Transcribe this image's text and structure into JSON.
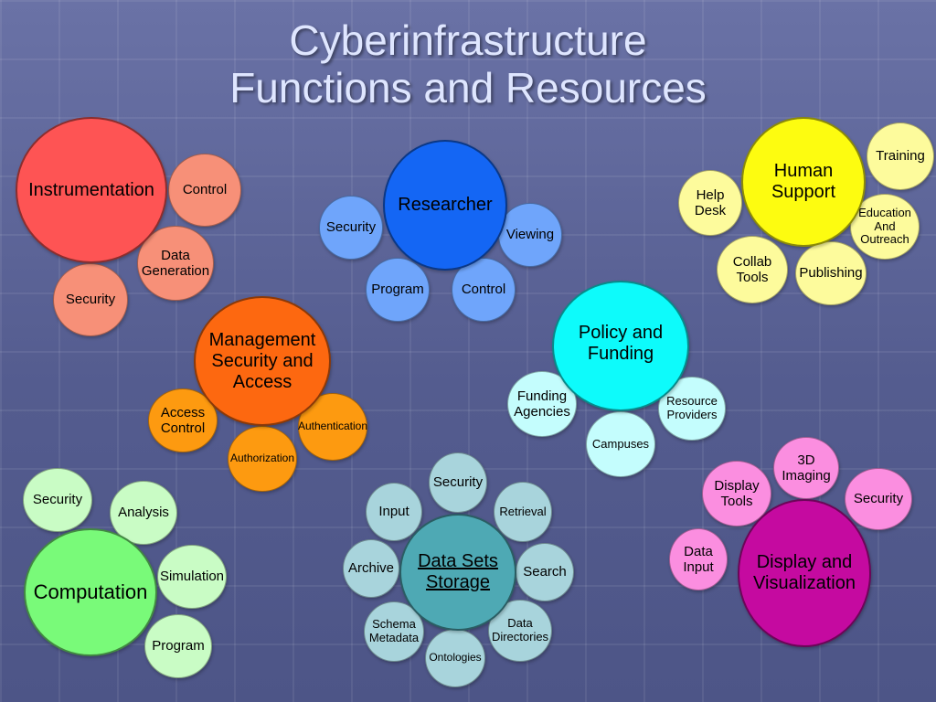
{
  "title": {
    "line1": "Cyberinfrastructure",
    "line2": "Functions and Resources"
  },
  "colors": {
    "title": "#dfe6ff",
    "background": "#5a6296"
  },
  "clusters": [
    {
      "id": "instrumentation",
      "center": {
        "label": "Instrumentation",
        "color": "#fe5454"
      },
      "satellites": [
        {
          "label": "Control",
          "color": "#f79078"
        },
        {
          "label": "Data\nGeneration",
          "color": "#f79078"
        },
        {
          "label": "Security",
          "color": "#f79078"
        }
      ]
    },
    {
      "id": "researcher",
      "center": {
        "label": "Researcher",
        "color": "#1466f4"
      },
      "satellites": [
        {
          "label": "Security",
          "color": "#6fa5fb"
        },
        {
          "label": "Viewing",
          "color": "#6fa5fb"
        },
        {
          "label": "Program",
          "color": "#6fa5fb"
        },
        {
          "label": "Control",
          "color": "#6fa5fb"
        }
      ]
    },
    {
      "id": "human-support",
      "center": {
        "label": "Human\nSupport",
        "color": "#fdfc10"
      },
      "satellites": [
        {
          "label": "Training",
          "color": "#fdfb9c"
        },
        {
          "label": "Help\nDesk",
          "color": "#fdfb9c"
        },
        {
          "label": "Education\nAnd\nOutreach",
          "color": "#fdfb9c"
        },
        {
          "label": "Collab\nTools",
          "color": "#fdfb9c"
        },
        {
          "label": "Publishing",
          "color": "#fdfb9c"
        }
      ]
    },
    {
      "id": "management",
      "center": {
        "label": "Management\nSecurity and\nAccess",
        "color": "#fd6810"
      },
      "satellites": [
        {
          "label": "Access\nControl",
          "color": "#fd9a10"
        },
        {
          "label": "Authentication",
          "color": "#fd9a10"
        },
        {
          "label": "Authorization",
          "color": "#fd9a10"
        }
      ]
    },
    {
      "id": "policy",
      "center": {
        "label": "Policy and\nFunding",
        "color": "#0dfbfb"
      },
      "satellites": [
        {
          "label": "Funding\nAgencies",
          "color": "#c4fdfd"
        },
        {
          "label": "Resource\nProviders",
          "color": "#c4fdfd"
        },
        {
          "label": "Campuses",
          "color": "#c4fdfd"
        }
      ]
    },
    {
      "id": "computation",
      "center": {
        "label": "Computation",
        "color": "#79fa79"
      },
      "satellites": [
        {
          "label": "Security",
          "color": "#c9fcc5"
        },
        {
          "label": "Analysis",
          "color": "#c9fcc5"
        },
        {
          "label": "Simulation",
          "color": "#c9fcc5"
        },
        {
          "label": "Program",
          "color": "#c9fcc5"
        }
      ]
    },
    {
      "id": "data-sets",
      "center": {
        "label": "Data Sets\nStorage",
        "color": "#4ea9b4"
      },
      "satellites": [
        {
          "label": "Security",
          "color": "#a8d4dc"
        },
        {
          "label": "Input",
          "color": "#a8d4dc"
        },
        {
          "label": "Retrieval",
          "color": "#a8d4dc"
        },
        {
          "label": "Archive",
          "color": "#a8d4dc"
        },
        {
          "label": "Search",
          "color": "#a8d4dc"
        },
        {
          "label": "Schema\nMetadata",
          "color": "#a8d4dc"
        },
        {
          "label": "Data\nDirectories",
          "color": "#a8d4dc"
        },
        {
          "label": "Ontologies",
          "color": "#a8d4dc"
        }
      ]
    },
    {
      "id": "display",
      "center": {
        "label": "Display and\nVisualization",
        "color": "#c50aa0"
      },
      "satellites": [
        {
          "label": "3D\nImaging",
          "color": "#fb8ee0"
        },
        {
          "label": "Display\nTools",
          "color": "#fb8ee0"
        },
        {
          "label": "Security",
          "color": "#fb8ee0"
        },
        {
          "label": "Data\nInput",
          "color": "#fb8ee0"
        }
      ]
    }
  ]
}
